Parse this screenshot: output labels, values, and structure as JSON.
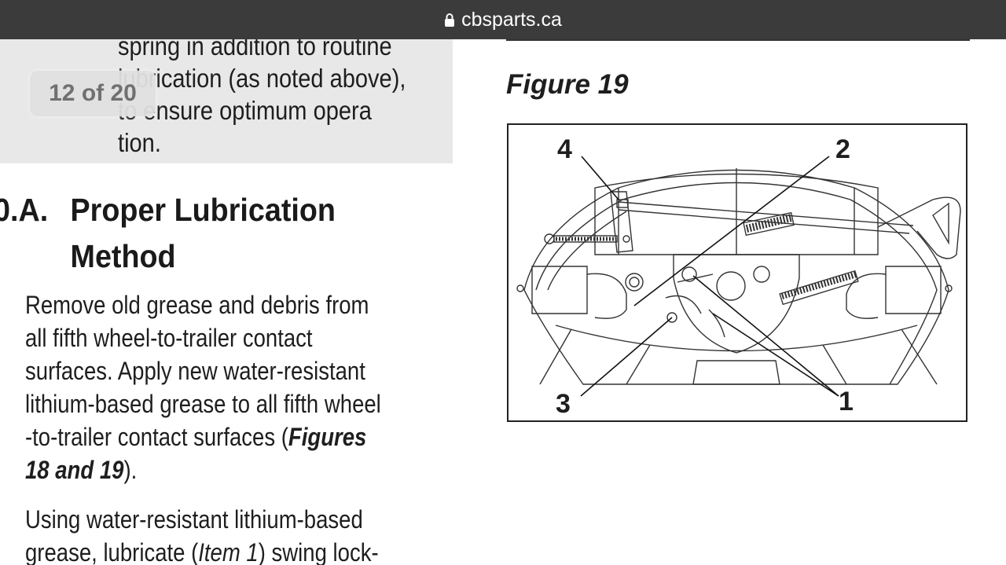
{
  "browser": {
    "url": "cbsparts.ca"
  },
  "page_indicator": "12 of 20",
  "prev_text": {
    "lines": [
      "spring in addition to routine",
      "lubrication (as noted above),",
      "to ensure optimum opera",
      "tion."
    ]
  },
  "section": {
    "number": "0.A.",
    "title_line1": "Proper Lubrication",
    "title_line2": "Method"
  },
  "para1": {
    "lines": [
      "Remove old grease and debris from",
      "all fifth wheel-to-trailer contact",
      "surfaces. Apply new water-resistant",
      "lithium-based grease to all fifth wheel",
      "-to-trailer contact surfaces ("
    ],
    "ref_bold": "Figures",
    "ref_bold2": "18 and 19",
    "end": ")."
  },
  "para2": {
    "line1": "Using water-resistant lithium-based",
    "line2_start": "grease, lubricate (",
    "line2_item": "Item 1",
    "line2_end": ") swing lock-"
  },
  "figure": {
    "title": "Figure 19",
    "callouts": [
      "4",
      "2",
      "3",
      "1"
    ]
  }
}
